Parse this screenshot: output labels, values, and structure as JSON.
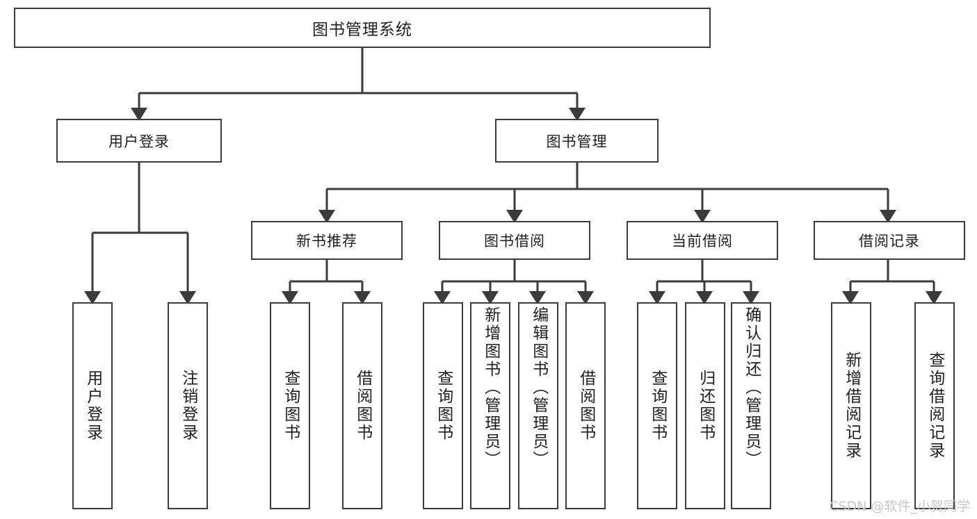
{
  "diagram": {
    "title": "图书管理系统",
    "type": "tree",
    "watermark": "CSDN @软件_小贺同学",
    "colors": {
      "box_border": "#3b3b3b",
      "box_fill": "#ffffff",
      "connector": "#3b3b3b",
      "text": "#1f1f1f",
      "watermark": "#c9c9c9",
      "background": "#ffffff"
    },
    "levels": {
      "root": {
        "label": "图书管理系统"
      },
      "modules": [
        {
          "id": "user-login",
          "label": "用户登录"
        },
        {
          "id": "book-mgmt",
          "label": "图书管理"
        }
      ],
      "submodules": [
        {
          "id": "new-book",
          "label": "新书推荐",
          "parent": "book-mgmt"
        },
        {
          "id": "borrow",
          "label": "图书借阅",
          "parent": "book-mgmt"
        },
        {
          "id": "current",
          "label": "当前借阅",
          "parent": "book-mgmt"
        },
        {
          "id": "record",
          "label": "借阅记录",
          "parent": "book-mgmt"
        }
      ],
      "leaves": [
        {
          "id": "leaf-user-login",
          "label": "用户登录",
          "parent": "user-login"
        },
        {
          "id": "leaf-user-logout",
          "label": "注销登录",
          "parent": "user-login"
        },
        {
          "id": "leaf-nb-query",
          "label": "查询图书",
          "parent": "new-book"
        },
        {
          "id": "leaf-nb-borrow",
          "label": "借阅图书",
          "parent": "new-book"
        },
        {
          "id": "leaf-bw-query",
          "label": "查询图书",
          "parent": "borrow"
        },
        {
          "id": "leaf-bw-add",
          "label": "新增图书（管理员）",
          "parent": "borrow"
        },
        {
          "id": "leaf-bw-edit",
          "label": "编辑图书（管理员）",
          "parent": "borrow"
        },
        {
          "id": "leaf-bw-borrow",
          "label": "借阅图书",
          "parent": "borrow"
        },
        {
          "id": "leaf-cb-query",
          "label": "查询图书",
          "parent": "current"
        },
        {
          "id": "leaf-cb-return",
          "label": "归还图书",
          "parent": "current"
        },
        {
          "id": "leaf-cb-confirm",
          "label": "确认归还（管理员）",
          "parent": "current"
        },
        {
          "id": "leaf-rc-add",
          "label": "新增借阅记录",
          "parent": "record"
        },
        {
          "id": "leaf-rc-query",
          "label": "查询借阅记录",
          "parent": "record"
        }
      ]
    }
  }
}
